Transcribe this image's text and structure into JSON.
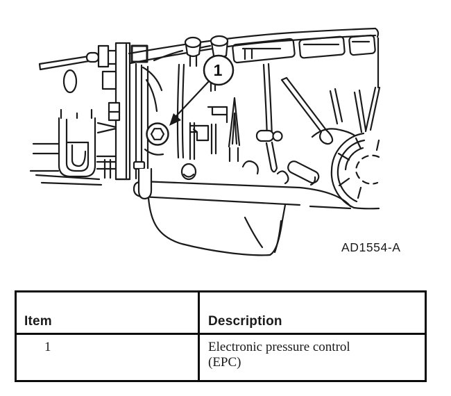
{
  "figure": {
    "callout_label": "1",
    "figure_code": "AD1554-A",
    "subject": "automatic-transmission-side-view",
    "ink_color": "#1a1a1a",
    "background_color": "#ffffff"
  },
  "table": {
    "header": {
      "item": "Item",
      "description": "Description"
    },
    "rows": [
      {
        "item": "1",
        "description": "Electronic pressure control (EPC)"
      }
    ]
  }
}
